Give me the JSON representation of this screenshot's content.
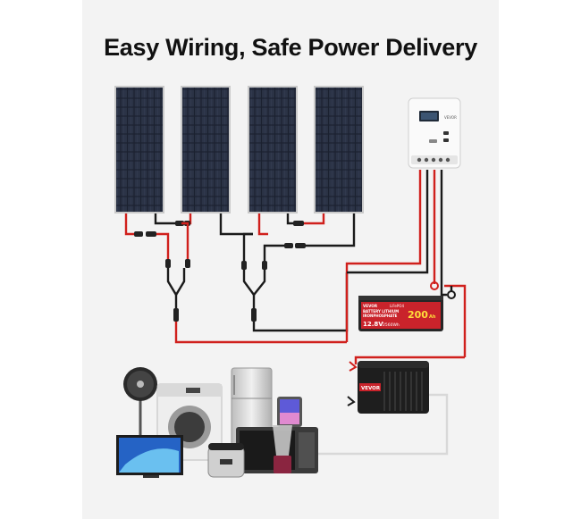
{
  "title": "Easy Wiring, Safe Power Delivery",
  "controller": {
    "brand": "VEVOR"
  },
  "battery": {
    "brand": "VEVOR",
    "line1": "BATTERY LITHIUM",
    "line2": "IRONPHOSPHATE",
    "capacity": "200",
    "unit": "Ah",
    "voltage": "12.8V",
    "energy": "2560Wh",
    "logo": "LiFePO4"
  },
  "inverter": {
    "brand": "VEVOR"
  },
  "colors": {
    "positive_wire": "#d0201c",
    "negative_wire": "#1a1a1a",
    "ac_wire": "#d8d8d8"
  }
}
